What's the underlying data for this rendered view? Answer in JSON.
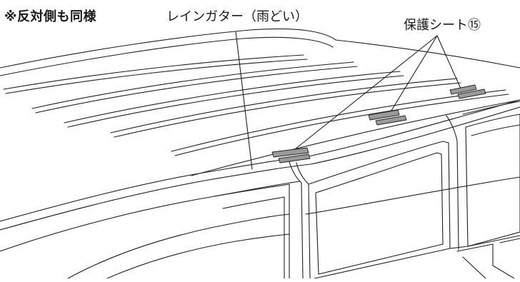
{
  "labels": {
    "note": "※反対側も同様",
    "rain_gutter": "レインガター（雨どい）",
    "protective_sheet": "保護シート⑮"
  },
  "colors": {
    "line": "#1f1f1f",
    "sheet_fill": "#9a9a9a",
    "background": "#ffffff"
  }
}
